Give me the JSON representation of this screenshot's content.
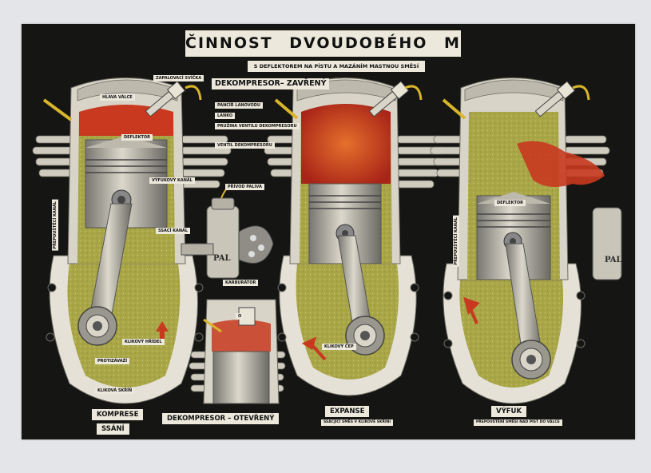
{
  "title": "ČINNOST DVOUDOBÉHO MOTORU",
  "subtitle": "S DEFLEKTOREM NA PÍSTU A MAZÁNÍM MASTNOU SMĚSÍ",
  "labels": {
    "zapalovaci_svicka": "ZAPALOVACÍ SVÍČKA",
    "hlava_valce": "HLAVA VÁLCE",
    "deflektor": "DEFLEKTOR",
    "vyfukovy_kanal": "VÝFUKOVÝ KANÁL",
    "prepousteci_kanal": "PŘEPOUŠTĚCÍ KANÁL",
    "sasci_kanal": "SSACÍ KANÁL",
    "prívod_paliva": "PŘÍVOD PALIVA",
    "karburator": "KARBURÁTOR",
    "klikovy_hridel": "KLIKOVÝ HŘÍDEL",
    "protizavazi": "PROTIZÁVAŽÍ",
    "klikova_skrin": "KLIKOVÁ SKŘÍŇ",
    "pancir_lanovodu": "PANCÍŘ LANOVODU",
    "lanko": "LANKO",
    "pruzina_ventilu": "PRUŽINA VENTILU DEKOMPRESORU",
    "ventil_dekompresoru": "VENTIL DEKOMPRESORU",
    "klikovy_cep": "KLIKOVÝ ČEP",
    "deflektor_3": "DEFLEKTOR",
    "prepousteci_kanal_3": "PŘEPOUŠTĚCÍ KANÁL"
  },
  "dekompresor_closed": "DEKOMPRESOR– ZAVŘENÝ",
  "captions": {
    "komprese": "KOMPRESE",
    "ssani": "SSÁNÍ",
    "dekompresor_open": "DEKOMPRESOR – OTEVŘENÝ",
    "expanse": "EXPANSE",
    "expanse_note": "SSÁCJÍCÍ SMĚS V KLIKOVÉ SKŘÍNI",
    "vyfuk": "VÝFUK",
    "vyfuk_note": "PŘEPOUŠTĚNÍ SMĚSI NAD PÍST DO VÁLCE"
  },
  "brand": "PAL",
  "small_label": "O",
  "colors": {
    "background": "#151513",
    "paper": "#ece8dc",
    "crankcase_green": "#a9a644",
    "combustion_red": "#c8391f",
    "metal": "#c9c5b8"
  }
}
